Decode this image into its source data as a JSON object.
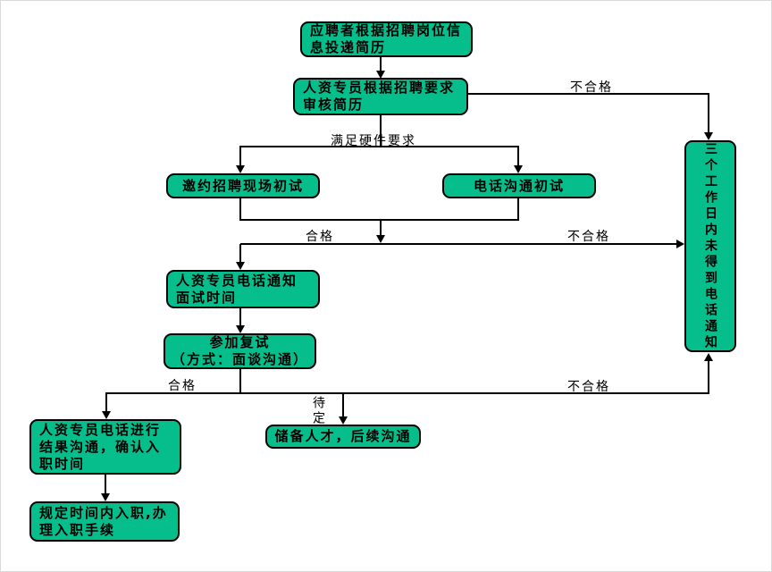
{
  "flowchart": {
    "nodes": {
      "submit_resume": {
        "lines": [
          "应聘者根据招聘岗位信",
          "息投递简历"
        ]
      },
      "review_resume": {
        "lines": [
          "人资专员根据招聘要求",
          "审核简历"
        ]
      },
      "onsite_interview": {
        "lines": [
          "邀约招聘现场初试"
        ]
      },
      "phone_interview": {
        "lines": [
          "电话沟通初试"
        ]
      },
      "notify_time": {
        "lines": [
          "人资专员电话通知",
          "面试时间"
        ]
      },
      "second_interview": {
        "lines": [
          "参加复试",
          "（方式：面谈沟通）"
        ]
      },
      "result_confirm": {
        "lines": [
          "人资专员电话进行",
          "结果沟通，确认入",
          "职时间"
        ]
      },
      "onboard": {
        "lines": [
          "规定时间内入职,办",
          "理入职手续"
        ]
      },
      "reserve_talent": {
        "lines": [
          "储备人才，后续沟通"
        ]
      },
      "no_phone_notice": {
        "vertical_text": "三个工作日内未得到电话通知"
      }
    },
    "edge_labels": {
      "unqualified_top": "不合格",
      "meets_requirements": "满足硬件要求",
      "qualified_mid": "合格",
      "unqualified_mid": "不合格",
      "qualified_bottom": "合格",
      "pending": "待定",
      "unqualified_bottom": "不合格"
    },
    "colors": {
      "node_fill": "#06be8c",
      "node_border": "#000000",
      "connector": "#000000",
      "background": "#ffffff"
    }
  }
}
